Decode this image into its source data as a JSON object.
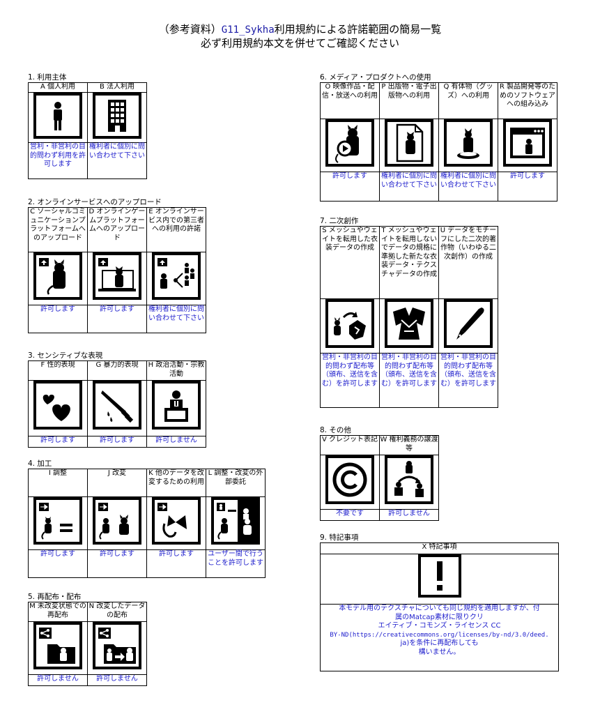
{
  "title": {
    "line1_prefix": "（参考資料）",
    "line1_model": "G11_Sykha",
    "line1_suffix": "利用規約による許諾範囲の簡易一覧",
    "line2": "必ず利用規約本文を併せてご確認ください"
  },
  "sections": {
    "s1": {
      "title": "1. 利用主体",
      "items": [
        {
          "head": "A 個人利用",
          "icon": "person-icon",
          "value": "営利・非営利の目的問わず利用を許可します"
        },
        {
          "head": "B 法人利用",
          "icon": "building-icon",
          "value": "権利者に個別に問い合わせて下さい"
        }
      ]
    },
    "s2": {
      "title": "2. オンラインサービスへのアップロード",
      "items": [
        {
          "head": "C ソーシャルコミュニケーションプラットフォームへのアップロード",
          "icon": "upload-cat-icon",
          "value": "許可します"
        },
        {
          "head": "D オンラインゲームプラットフォームへのアップロード",
          "icon": "upload-game-cat-icon",
          "value": "許可します"
        },
        {
          "head": "E オンラインサービス内での第三者への利用の許諾",
          "icon": "share-users-icon",
          "value": "権利者に個別に問い合わせて下さい"
        }
      ]
    },
    "s3": {
      "title": "3. センシティブな表現",
      "items": [
        {
          "head": "F 性的表現",
          "icon": "hearts-icon",
          "value": "許可します"
        },
        {
          "head": "G 暴力的表現",
          "icon": "knife-icon",
          "value": "許可します"
        },
        {
          "head": "H 政治活動・宗教活動",
          "icon": "podium-icon",
          "value": "許可しません"
        }
      ]
    },
    "s4": {
      "title": "4. 加工",
      "items": [
        {
          "head": "I 調整",
          "icon": "adjust-icon",
          "value": "許可します"
        },
        {
          "head": "J 改変",
          "icon": "modify-icon",
          "value": "許可します"
        },
        {
          "head": "K 他のデータを改変するための利用",
          "icon": "ribbon-icon",
          "value": "許可します"
        },
        {
          "head": "L 調整・改変の外部委託",
          "icon": "outsource-icon",
          "value": "ユーザー間で行うことを許可します"
        }
      ]
    },
    "s5": {
      "title": "5. 再配布・配布",
      "items": [
        {
          "head": "M 未改変状態での再配布",
          "icon": "share-folder-icon",
          "value": "許可しません"
        },
        {
          "head": "N 改変したデータの配布",
          "icon": "share-modified-icon",
          "value": "許可しません"
        }
      ]
    },
    "s6": {
      "title": "6. メディア・プロダクトへの使用",
      "items": [
        {
          "head": "O 映像作品・配信・放送への利用",
          "icon": "video-cat-icon",
          "value": "許可します"
        },
        {
          "head": "P 出版物・電子出版物への利用",
          "icon": "document-cat-icon",
          "value": "権利者に個別に問い合わせて下さい"
        },
        {
          "head": "Q 有体物（グッズ）への利用",
          "icon": "figure-cat-icon",
          "value": "権利者に個別に問い合わせて下さい"
        },
        {
          "head": "R 製品開発等のためのソフトウェアへの組み込み",
          "icon": "window-cat-icon",
          "value": "許可します"
        }
      ]
    },
    "s7": {
      "title": "7. 二次創作",
      "items": [
        {
          "head": "S メッシュやウェイトを転用した衣装データの作成",
          "icon": "transfer-outfit-icon",
          "value": "営利・非営利の目的問わず配布等（頒布、送信を含む）を許可します"
        },
        {
          "head": "T メッシュやウェイトを転用しないでデータの規格に準拠した新たな衣装データ・テクスチャデータの作成",
          "icon": "outfit-icon",
          "value": "営利・非営利の目的問わず配布等（頒布、送信を含む）を許可します"
        },
        {
          "head": "U データをモチーフにした二次的著作物（いわゆる二次創作）の作成",
          "icon": "pen-icon",
          "value": "営利・非営利の目的問わず配布等（頒布、送信を含む）を許可します"
        }
      ]
    },
    "s8": {
      "title": "8. その他",
      "items": [
        {
          "head": "V クレジット表記",
          "icon": "copyright-icon",
          "value": "不要です"
        },
        {
          "head": "W 権利義務の譲渡等",
          "icon": "transfer-rights-icon",
          "value": "許可しません"
        }
      ]
    },
    "s9": {
      "title": "9. 特記事項",
      "head": "X 特記事項",
      "icon": "exclamation-icon",
      "note_line1": "本モデル用のテクスチャについても同じ規約を適用しますが、付",
      "note_line2": "属のMatcap素材に限りクリ",
      "note_line3": "エイティブ・コモンズ・ライセンス CC",
      "note_line4": "BY-ND(https://creativecommons.org/licenses/by-nd/3.0/deed.",
      "note_line5": "ja)を条件に再配布しても",
      "note_line6": "構いません。"
    }
  }
}
